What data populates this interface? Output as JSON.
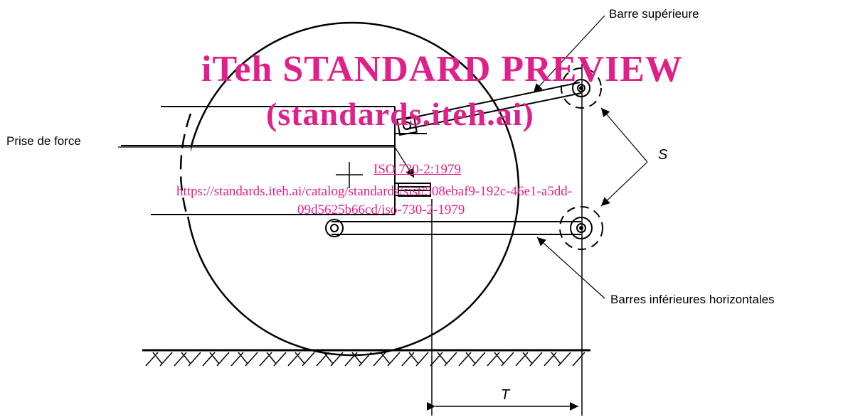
{
  "labels": {
    "barre_superieure": "Barre supérieure",
    "prise_de_force": "Prise de force",
    "s_symbol": "S",
    "barres_inferieures": "Barres inférieures horizontales",
    "t_symbol": "T"
  },
  "watermark": {
    "title": "iTeh STANDARD PREVIEW",
    "subtitle": "(standards.iteh.ai)",
    "standard_link": "ISO 730-2:1979",
    "url_line1": "https://standards.iteh.ai/catalog/standards/sist/508ebaf9-192c-46e1-a5dd-",
    "url_line2": "09d5625b66cd/iso-730-2-1979",
    "color": "#e0208a"
  },
  "colors": {
    "line": "#000000",
    "background": "#ffffff"
  }
}
